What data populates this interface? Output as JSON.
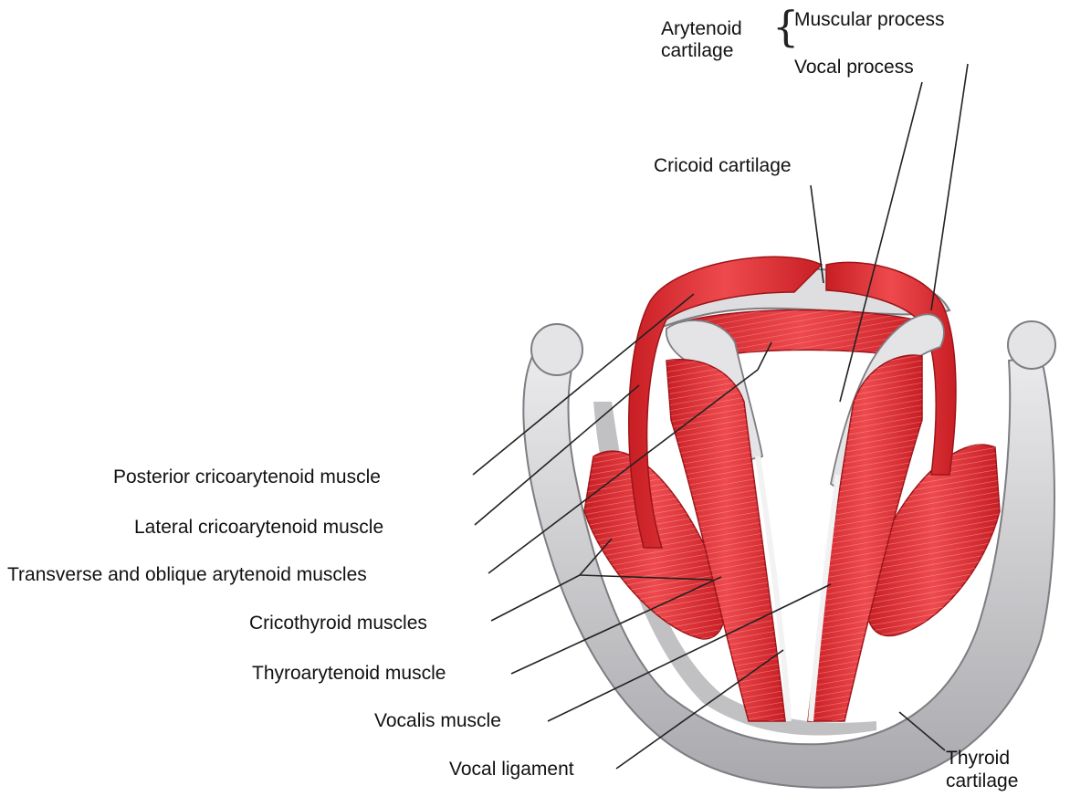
{
  "labels": {
    "arytenoid": "Arytenoid\ncartilage",
    "muscular_process": "Muscular process",
    "vocal_process": "Vocal process",
    "cricoid": "Cricoid cartilage",
    "posterior_ca": "Posterior cricoarytenoid muscle",
    "lateral_ca": "Lateral cricoarytenoid muscle",
    "transverse": "Transverse and oblique arytenoid muscles",
    "cricothyroid": "Cricothyroid muscles",
    "thyroarytenoid": "Thyroarytenoid muscle",
    "vocalis": "Vocalis muscle",
    "vocal_ligament": "Vocal ligament",
    "thyroid": "Thyroid\ncartilage"
  },
  "colors": {
    "muscle": "#d8262b",
    "muscle_light": "#ef6a6a",
    "cartilage": "#d9d9db",
    "cartilage_shade": "#8e8e92",
    "leader": "#222222"
  }
}
